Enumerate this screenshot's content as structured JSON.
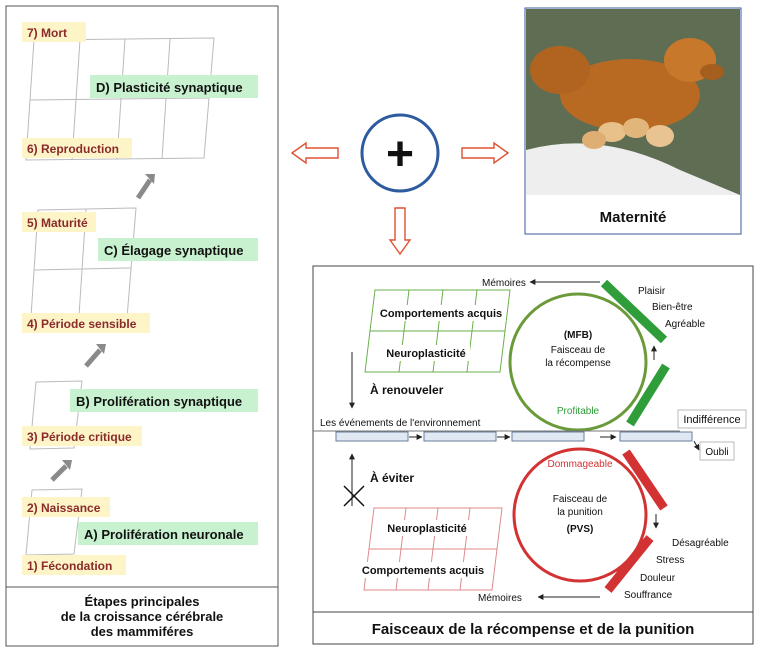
{
  "left_panel": {
    "stages": [
      {
        "label": "7) Mort"
      },
      {
        "label": "6) Reproduction"
      },
      {
        "label": "5) Maturité"
      },
      {
        "label": "4) Période sensible"
      },
      {
        "label": "3) Période critique"
      },
      {
        "label": "2) Naissance"
      },
      {
        "label": "1) Fécondation"
      }
    ],
    "phases": [
      {
        "label": "D) Plasticité synaptique"
      },
      {
        "label": "C) Élagage synaptique"
      },
      {
        "label": "B) Prolifération synaptique"
      },
      {
        "label": "A) Prolifération neuronale"
      }
    ],
    "caption_lines": [
      "Étapes principales",
      "de la croissance cérébrale",
      "des mammiféres"
    ]
  },
  "center": {
    "plus_symbol": "+"
  },
  "photo": {
    "caption": "Maternité"
  },
  "right_panel": {
    "title": "Faisceaux de la récompense et de la punition",
    "top_memories": "Mémoires",
    "bottom_memories": "Mémoires",
    "top_grid_labels": [
      "Comportements acquis",
      "Neuroplasticité"
    ],
    "bottom_grid_labels": [
      "Neuroplasticité",
      "Comportements acquis"
    ],
    "renew": "À renouveler",
    "avoid": "À éviter",
    "events": "Les événements de l'environnement",
    "indifference": "Indifférence",
    "oubli": "Oubli",
    "reward_circle": {
      "lines": [
        "(MFB)",
        "Faisceau de",
        "la récompense"
      ],
      "bottom_label": "Profitable"
    },
    "punish_circle": {
      "top_label": "Dommageable",
      "lines": [
        "Faisceau de",
        "la punition",
        "(PVS)"
      ]
    },
    "positive_feelings": [
      "Plaisir",
      "Bien-être",
      "Agréable"
    ],
    "negative_feelings": [
      "Désagréable",
      "Stress",
      "Douleur",
      "Souffrance"
    ]
  },
  "colors": {
    "stage_bg": "#fdf5c8",
    "stage_text": "#8a2a2a",
    "phase_bg": "#c8f2cf",
    "green": "#2f9e3a",
    "green_circle": "#6a9a3a",
    "red": "#d23232",
    "arrow_outline": "#e05030",
    "plus_circle": "#2e5aa0",
    "grey_arrow": "#8a8a8a"
  }
}
